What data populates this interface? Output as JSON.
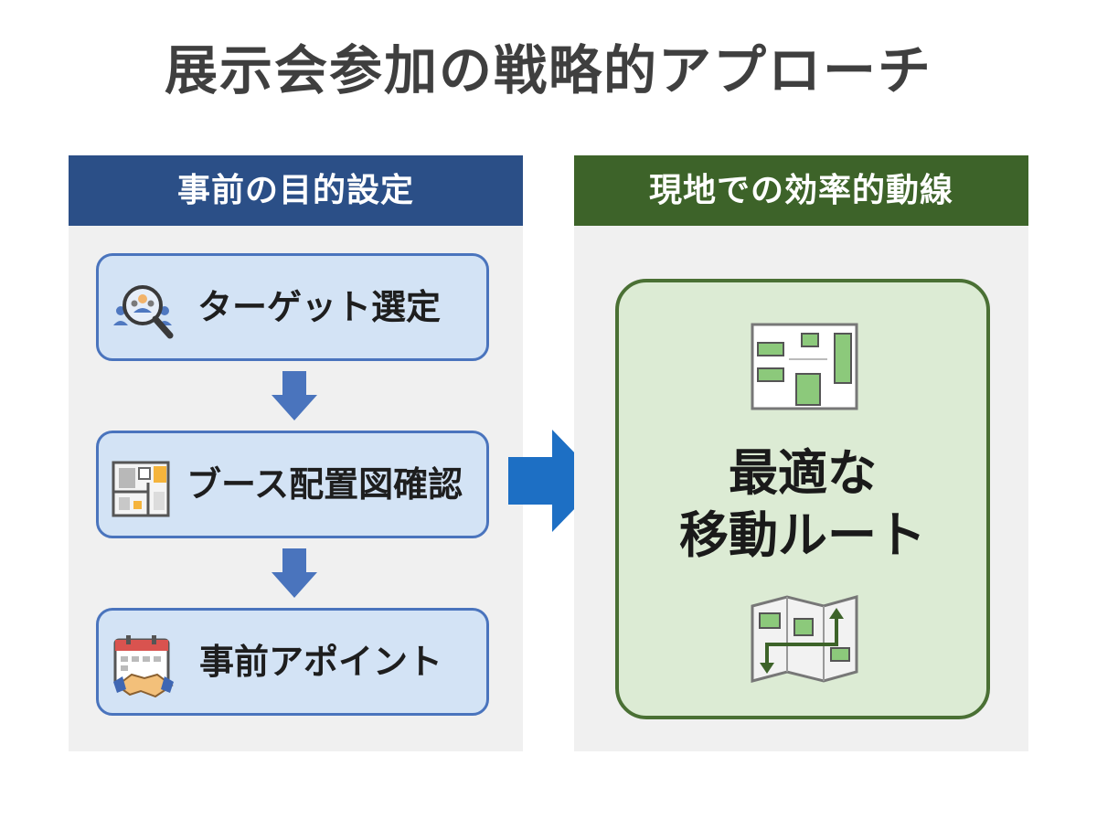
{
  "title": "展示会参加の戦略的アプローチ",
  "left_panel": {
    "header": "事前の目的設定",
    "steps": [
      {
        "label": "ターゲット選定",
        "icon": "people-search-icon"
      },
      {
        "label": "ブース配置図確認",
        "icon": "floor-plan-icon"
      },
      {
        "label": "事前アポイント",
        "icon": "calendar-handshake-icon"
      }
    ]
  },
  "right_panel": {
    "header": "現地での効率的動線",
    "result_line1": "最適な",
    "result_line2": "移動ルート",
    "icons": [
      "booth-map-icon",
      "route-map-icon"
    ]
  },
  "colors": {
    "left_header": "#2b4f87",
    "right_header": "#3d6329",
    "step_fill": "#d3e3f5",
    "step_border": "#4a74bd",
    "result_fill": "#dcebd4",
    "result_border": "#4a7034",
    "arrow": "#1d6fc4"
  }
}
